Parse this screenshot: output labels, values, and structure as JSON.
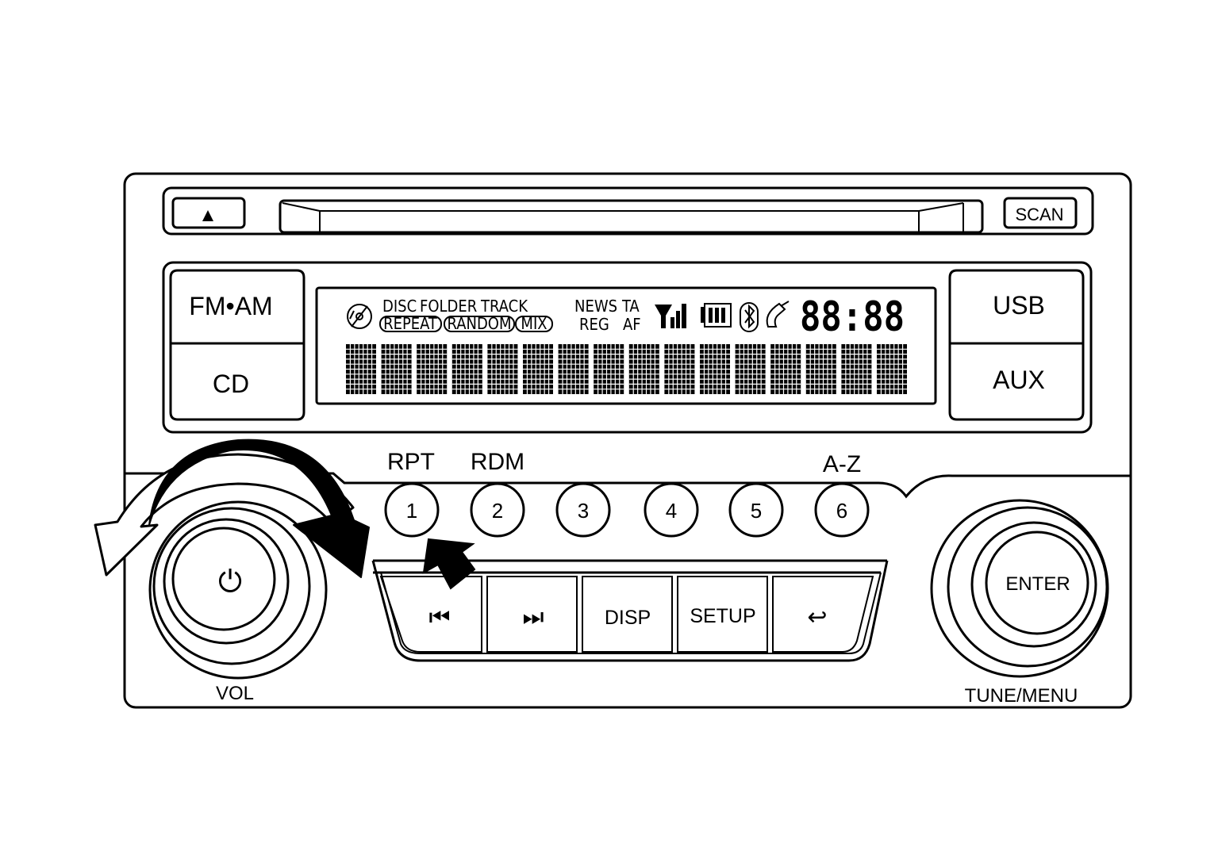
{
  "buttons": {
    "eject_symbol": "▲",
    "scan": "SCAN",
    "fm_am": "FM•AM",
    "cd": "CD",
    "usb": "USB",
    "aux": "AUX",
    "prev_symbol": "⏮",
    "next_symbol": "⏭",
    "disp": "DISP",
    "setup": "SETUP",
    "back_symbol": "↩",
    "enter": "ENTER",
    "power_symbol": "⏻"
  },
  "display": {
    "disc": "DISC",
    "folder": "FOLDER",
    "track": "TRACK",
    "repeat": "REPEAT",
    "random": "RANDOM",
    "mix": "MIX",
    "news": "NEWS",
    "reg": "REG",
    "ta": "TA",
    "af": "AF",
    "clock": "88:88",
    "char_cells": 16
  },
  "presets": {
    "labels": [
      "1",
      "2",
      "3",
      "4",
      "5",
      "6"
    ],
    "function_labels": {
      "p1": "RPT",
      "p2": "RDM",
      "p6": "A-Z"
    }
  },
  "knobs": {
    "vol": "VOL",
    "tune_menu": "TUNE/MENU"
  },
  "icons": {
    "disc": "disc-icon",
    "signal": "signal-strength-icon",
    "battery": "battery-icon",
    "bluetooth": "bluetooth-icon",
    "phone": "phone-icon",
    "rotate_left": "rotate-counterclockwise-arrow-icon",
    "rotate_right": "rotate-clockwise-arrow-icon",
    "pointer": "press-arrow-icon"
  }
}
